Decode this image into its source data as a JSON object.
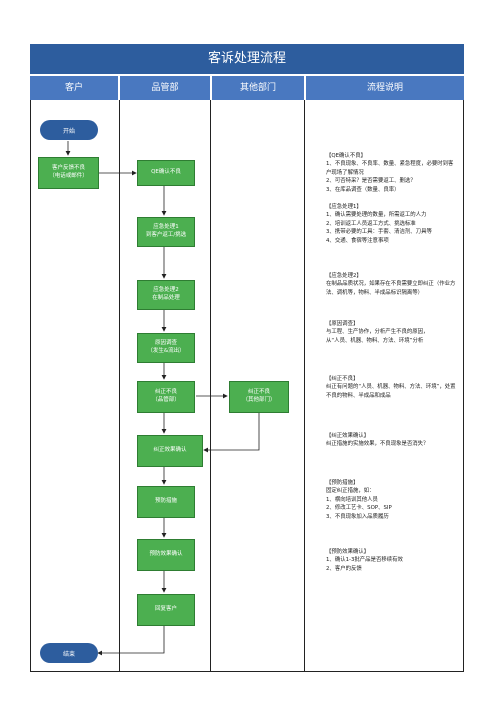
{
  "title": "客诉处理流程",
  "columns": [
    "客户",
    "品管部",
    "其他部门",
    "流程说明"
  ],
  "terminals": {
    "start": "开始",
    "end": "结束"
  },
  "nodes": {
    "customer_report": "客户反馈不良\n（电话或邮件）",
    "qe_confirm": "QE确认不良",
    "emergency1": "应急处理1\n到客户返工/挑选",
    "emergency2": "应急处理2\n在制品处理",
    "root_cause": "原因调查\n（发生&流出）",
    "correct_qa": "纠正不良\n（品管部）",
    "correct_other": "纠正不良\n（其他部门）",
    "verify_correct": "纠正效果确认",
    "prevent": "预防措施",
    "verify_prevent": "预防效果确认",
    "reply": "回复客户"
  },
  "notes": [
    {
      "title": "【QE确认不良】",
      "lines": [
        "1、不良现象、不良率、数量、紧急程度，必要时到客户现场了解情况",
        "2、可否特采？是否需要返工、删选？",
        "3、在库品调查（数量、良率）"
      ]
    },
    {
      "title": "【应急处理1】",
      "lines": [
        "1、确认需要处理的数量，所需返工的人力",
        "2、培训返工人员返工方式、挑选标准",
        "3、携带必要的工具：手套、清洁剂、刀具等",
        "4、交通、食宿等注意事项"
      ]
    },
    {
      "title": "【应急处理2】",
      "lines": [
        "在制品品质状况，如果存在不良需要立即纠正（作业方法、调机等，物料、半成品标识隔离等）"
      ]
    },
    {
      "title": "【原因调查】",
      "lines": [
        "与工程、生产协作，分析产生不良的原因，",
        "从“人员、机器、物料、方法、环境”分析"
      ]
    },
    {
      "title": "【纠正不良】",
      "lines": [
        "纠正有问题的“人员、机器、物料、方法、环境”，处置不良的物料、半成品和成品"
      ]
    },
    {
      "title": "【纠正效果确认】",
      "lines": [
        "纠正措施的实施效果，不良现象是否消失？"
      ]
    },
    {
      "title": "【预防措施】",
      "lines": [
        "固定纠正措施，如：",
        "1、横向培训其他人员",
        "2、修改工艺卡、SOP、SIP",
        "3、不良现象加入品质履历"
      ]
    },
    {
      "title": "【预防效果确认】",
      "lines": [
        "1、确认1-3批产品是否移续有效",
        "2、客户的反馈"
      ]
    }
  ],
  "colors": {
    "title_bg": "#2d5d9e",
    "header_bg": "#4978c0",
    "node_fill": "#4caf50",
    "terminal_fill": "#2d5d9e",
    "line": "#222222"
  }
}
